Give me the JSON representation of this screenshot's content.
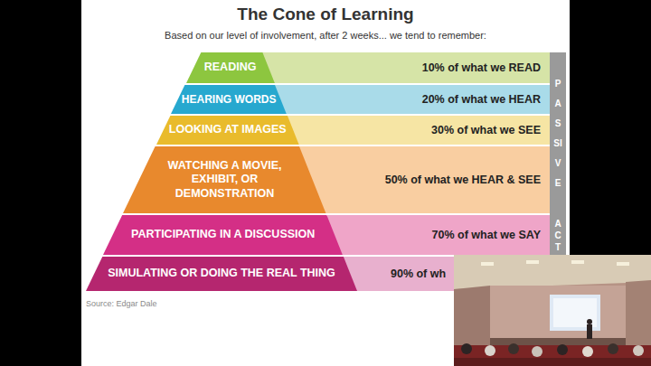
{
  "diagram": {
    "title": "The Cone of Learning",
    "nodes": [
      {
        "text": [
          "READING"
        ]
      },
      {
        "text": [
          "10% of what we READ"
        ]
      },
      {
        "text": [
          "HEARING WORDS"
        ]
      },
      {
        "text": [
          "20% of what we HEAR"
        ]
      },
      {
        "text": [
          "LOOKING AT IMAGES"
        ]
      },
      {
        "text": [
          "30% of what we SEE"
        ]
      },
      {
        "text": [
          "WATCHING A MOVIE, EXHIBIT, OR DEMONSTRATION"
        ]
      },
      {
        "text": [
          "50% of what we HEAR & SEE"
        ]
      },
      {
        "text": [
          "PARTICIPATING IN A DISCUSSION"
        ]
      },
      {
        "text": [
          "70% of what we SAY"
        ]
      },
      {
        "text": [
          "SIMULATING OR DOING THE REAL THING"
        ]
      },
      {
        "text": [
          "90% of wh"
        ]
      },
      {
        "text": [
          "PASSIVE"
        ]
      },
      {
        "text": [
          "ACT"
        ]
      }
    ],
    "labels": [
      "Based on our level of involvement, after 2 weeks... we tend to remember:",
      "Source: Edgar Dale"
    ]
  }
}
